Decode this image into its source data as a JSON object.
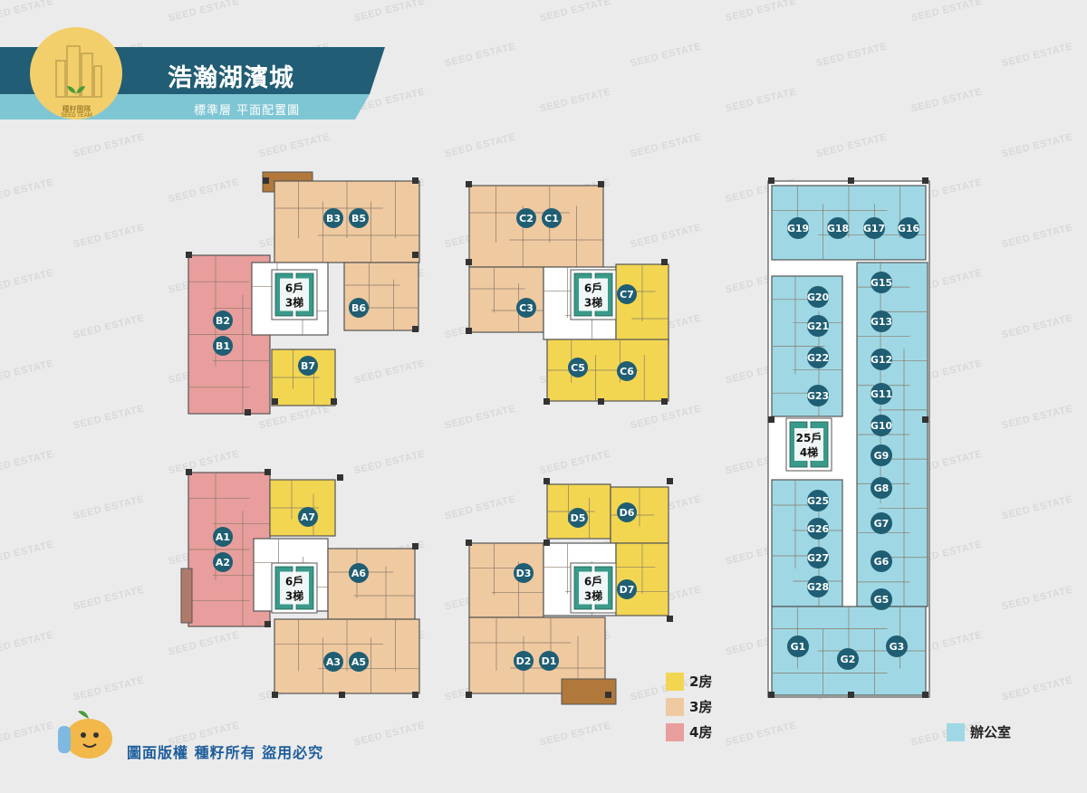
{
  "header": {
    "title": "浩瀚湖濱城",
    "subtitle": "標準層 平面配置圖",
    "logo_text_cn": "種籽團隊",
    "logo_text_en": "SEED TEAM"
  },
  "watermark": "SEED ESTATE",
  "colors": {
    "two_room": "#f2d652",
    "three_room": "#efc9a0",
    "four_room": "#e89e9c",
    "office": "#9fd8e4",
    "badge": "#1f5e73",
    "core": "#3a9a8a",
    "header_dark": "#215d74",
    "header_light": "#7fc6d4"
  },
  "towers": {
    "B": {
      "core": [
        "6戶",
        "3梯"
      ],
      "units": [
        "B3",
        "B5",
        "B6",
        "B2",
        "B1",
        "B7"
      ]
    },
    "C": {
      "core": [
        "6戶",
        "3梯"
      ],
      "units": [
        "C2",
        "C1",
        "C3",
        "C7",
        "C5",
        "C6"
      ]
    },
    "A": {
      "core": [
        "6戶",
        "3梯"
      ],
      "units": [
        "A7",
        "A1",
        "A2",
        "A6",
        "A3",
        "A5"
      ]
    },
    "D": {
      "core": [
        "6戶",
        "3梯"
      ],
      "units": [
        "D5",
        "D6",
        "D3",
        "D7",
        "D2",
        "D1"
      ]
    },
    "G": {
      "core": [
        "25戶",
        "4梯"
      ],
      "units": [
        "G19",
        "G18",
        "G17",
        "G16",
        "G20",
        "G15",
        "G21",
        "G13",
        "G22",
        "G12",
        "G23",
        "G11",
        "G10",
        "G9",
        "G25",
        "G8",
        "G26",
        "G7",
        "G27",
        "G6",
        "G28",
        "G5",
        "G1",
        "G2",
        "G3"
      ]
    }
  },
  "legend": {
    "two_room": "2房",
    "three_room": "3房",
    "four_room": "4房",
    "office": "辦公室"
  },
  "copyright": "圖面版權  種籽所有  盜用必究"
}
